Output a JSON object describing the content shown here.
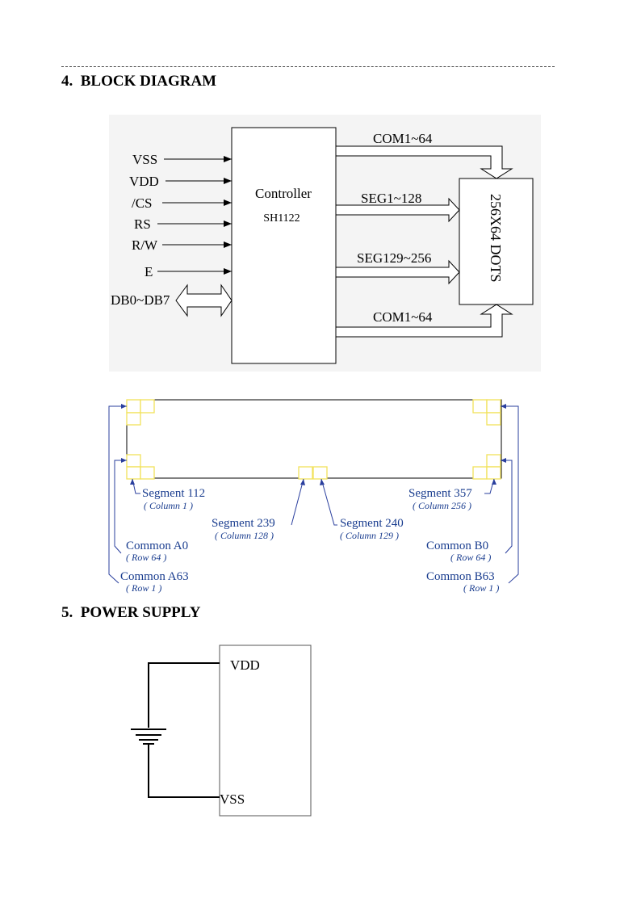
{
  "section4": {
    "number": "4.",
    "title": "BLOCK DIAGRAM"
  },
  "section5": {
    "number": "5.",
    "title": "POWER SUPPLY"
  },
  "block_diagram": {
    "inputs": [
      "VSS",
      "VDD",
      "/CS",
      "RS",
      "R/W",
      "E"
    ],
    "data_bus": "DB0~DB7",
    "controller": {
      "name": "Controller",
      "part": "SH1122"
    },
    "outputs": {
      "com_top": "COM1~64",
      "seg_a": "SEG1~128",
      "seg_b": "SEG129~256",
      "com_bottom": "COM1~64"
    },
    "display": "256X64 DOTS"
  },
  "pixel_map": {
    "seg112": {
      "label": "Segment 112",
      "sub": "( Column 1 )"
    },
    "seg239": {
      "label": "Segment 239",
      "sub": "( Column 128 )"
    },
    "seg240": {
      "label": "Segment 240",
      "sub": "( Column 129 )"
    },
    "seg357": {
      "label": "Segment 357",
      "sub": "( Column 256 )"
    },
    "comA0": {
      "label": "Common A0",
      "sub": "( Row 64 )"
    },
    "comA63": {
      "label": "Common A63",
      "sub": "( Row 1 )"
    },
    "comB0": {
      "label": "Common B0",
      "sub": "( Row 64 )"
    },
    "comB63": {
      "label": "Common B63",
      "sub": "( Row 1 )"
    },
    "colors": {
      "cell": "#f2e25a",
      "line": "#2a3f9e"
    }
  },
  "power_supply": {
    "vdd": "VDD",
    "vss": "VSS"
  }
}
